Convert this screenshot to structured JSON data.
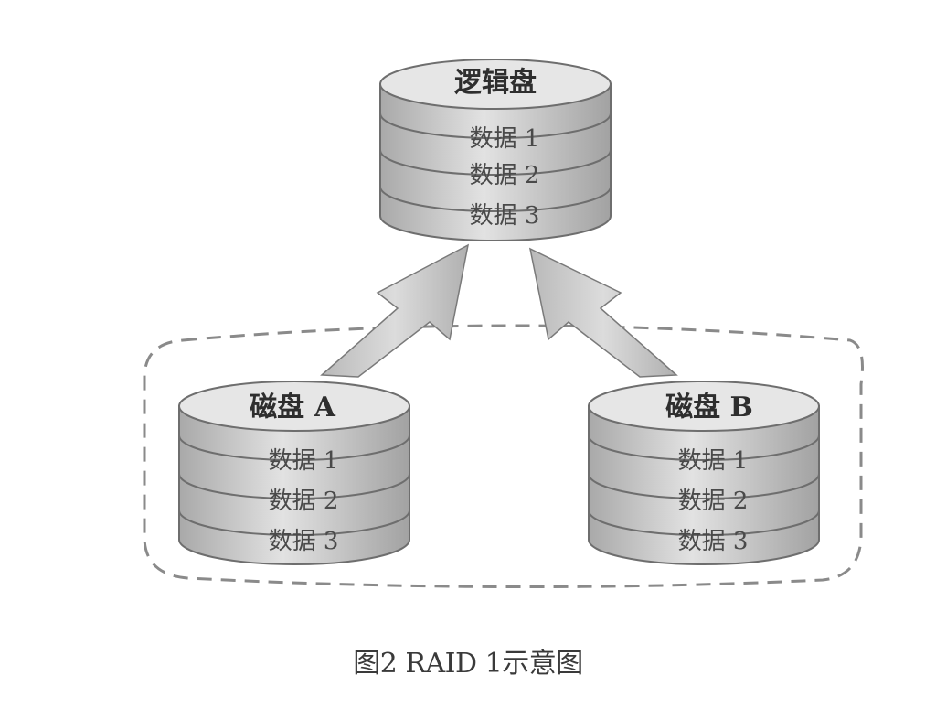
{
  "logical_disk": {
    "title": "逻辑盘",
    "blocks": [
      "数据 1",
      "数据 2",
      "数据 3"
    ]
  },
  "disk_a": {
    "title": "磁盘 A",
    "blocks": [
      "数据 1",
      "数据 2",
      "数据 3"
    ]
  },
  "disk_b": {
    "title": "磁盘 B",
    "blocks": [
      "数据 1",
      "数据 2",
      "数据 3"
    ]
  },
  "caption": "图2 RAID 1示意图",
  "colors": {
    "disk_fill": "#cfcfcf",
    "disk_top": "#e4e4e4",
    "disk_stroke": "#6e6e6e",
    "arrow_fill": "#c8c8c8",
    "dashed_group": "#8a8a8a"
  }
}
